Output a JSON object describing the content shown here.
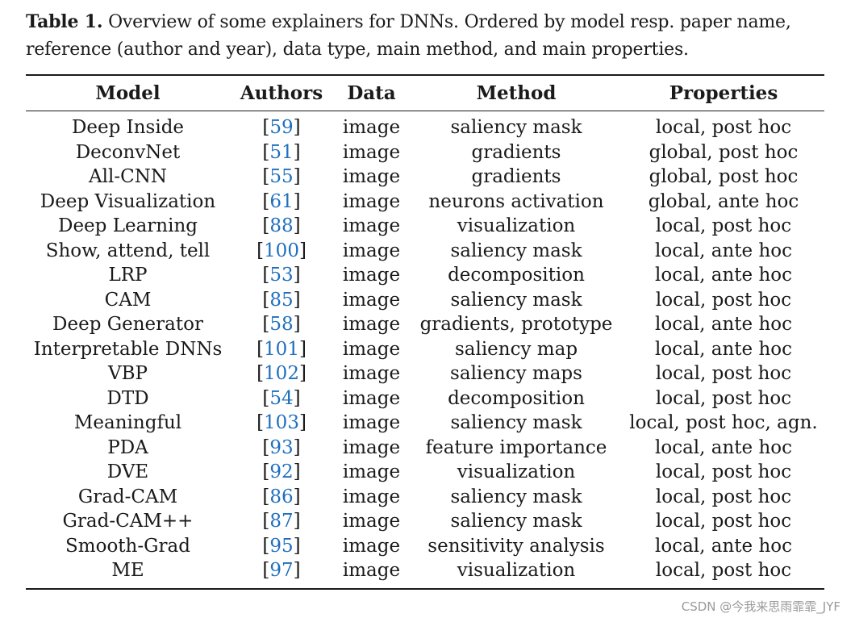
{
  "caption": {
    "label": "Table 1.",
    "text": "Overview of some explainers for DNNs. Ordered by model resp. paper name, reference (author and year), data type, main method, and main properties."
  },
  "table": {
    "headers": [
      "Model",
      "Authors",
      "Data",
      "Method",
      "Properties"
    ],
    "rows": [
      {
        "model": "Deep Inside",
        "ref": "59",
        "data": "image",
        "method": "saliency mask",
        "properties": "local, post hoc"
      },
      {
        "model": "DeconvNet",
        "ref": "51",
        "data": "image",
        "method": "gradients",
        "properties": "global, post hoc"
      },
      {
        "model": "All-CNN",
        "ref": "55",
        "data": "image",
        "method": "gradients",
        "properties": "global, post hoc"
      },
      {
        "model": "Deep Visualization",
        "ref": "61",
        "data": "image",
        "method": "neurons activation",
        "properties": "global, ante hoc"
      },
      {
        "model": "Deep Learning",
        "ref": "88",
        "data": "image",
        "method": "visualization",
        "properties": "local, post hoc"
      },
      {
        "model": "Show, attend, tell",
        "ref": "100",
        "data": "image",
        "method": "saliency mask",
        "properties": "local, ante hoc"
      },
      {
        "model": "LRP",
        "ref": "53",
        "data": "image",
        "method": "decomposition",
        "properties": "local, ante hoc"
      },
      {
        "model": "CAM",
        "ref": "85",
        "data": "image",
        "method": "saliency mask",
        "properties": "local, post hoc"
      },
      {
        "model": "Deep Generator",
        "ref": "58",
        "data": "image",
        "method": "gradients, prototype",
        "properties": "local, ante hoc"
      },
      {
        "model": "Interpretable DNNs",
        "ref": "101",
        "data": "image",
        "method": "saliency map",
        "properties": "local, ante hoc"
      },
      {
        "model": "VBP",
        "ref": "102",
        "data": "image",
        "method": "saliency maps",
        "properties": "local, post hoc"
      },
      {
        "model": "DTD",
        "ref": "54",
        "data": "image",
        "method": "decomposition",
        "properties": "local, post hoc"
      },
      {
        "model": "Meaningful",
        "ref": "103",
        "data": "image",
        "method": "saliency mask",
        "properties": "local, post hoc, agn."
      },
      {
        "model": "PDA",
        "ref": "93",
        "data": "image",
        "method": "feature importance",
        "properties": "local, ante hoc"
      },
      {
        "model": "DVE",
        "ref": "92",
        "data": "image",
        "method": "visualization",
        "properties": "local, post hoc"
      },
      {
        "model": "Grad-CAM",
        "ref": "86",
        "data": "image",
        "method": "saliency mask",
        "properties": "local, post hoc"
      },
      {
        "model": "Grad-CAM++",
        "ref": "87",
        "data": "image",
        "method": "saliency mask",
        "properties": "local, post hoc"
      },
      {
        "model": "Smooth-Grad",
        "ref": "95",
        "data": "image",
        "method": "sensitivity analysis",
        "properties": "local, ante hoc"
      },
      {
        "model": "ME",
        "ref": "97",
        "data": "image",
        "method": "visualization",
        "properties": "local, post hoc"
      }
    ]
  },
  "watermark": "CSDN @今我来思雨霏霏_JYF",
  "colors": {
    "reference_link": "#1f6fbf",
    "text": "#1a1a1a",
    "watermark": "#9a9a9a"
  }
}
